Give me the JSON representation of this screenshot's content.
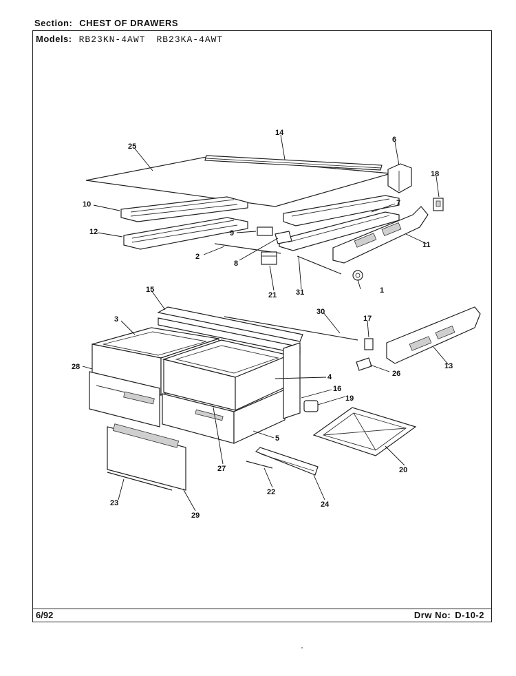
{
  "header": {
    "section_label": "Section:",
    "section_value": "CHEST OF DRAWERS",
    "models_label": "Models:",
    "models": [
      "RB23KN-4AWT",
      "RB23KA-4AWT"
    ]
  },
  "footer": {
    "date": "6/92",
    "drawing_label": "Drw No:",
    "drawing_number": "D-10-2"
  },
  "callouts": {
    "c1": "1",
    "c2": "2",
    "c3": "3",
    "c4": "4",
    "c5": "5",
    "c6": "6",
    "c7": "7",
    "c8": "8",
    "c9": "9",
    "c10": "10",
    "c11": "11",
    "c12": "12",
    "c13": "13",
    "c14": "14",
    "c15": "15",
    "c16": "16",
    "c17": "17",
    "c18": "18",
    "c19": "19",
    "c20": "20",
    "c21": "21",
    "c22": "22",
    "c23": "23",
    "c24": "24",
    "c25": "25",
    "c26": "26",
    "c27": "27",
    "c28": "28",
    "c29": "29",
    "c30": "30",
    "c31": "31"
  }
}
